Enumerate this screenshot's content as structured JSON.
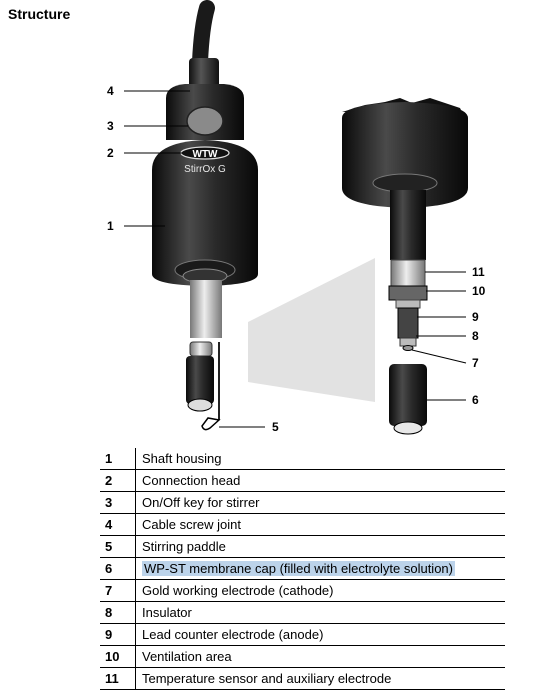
{
  "section_title": "Structure",
  "sensor_labels": {
    "brand": "WTW",
    "model": "StirrOx G"
  },
  "callouts": [
    "1",
    "2",
    "3",
    "4",
    "5",
    "6",
    "7",
    "8",
    "9",
    "10",
    "11"
  ],
  "parts": [
    {
      "number": "1",
      "description": "Shaft housing"
    },
    {
      "number": "2",
      "description": "Connection head"
    },
    {
      "number": "3",
      "description": "On/Off key for stirrer"
    },
    {
      "number": "4",
      "description": "Cable screw joint"
    },
    {
      "number": "5",
      "description": "Stirring paddle"
    },
    {
      "number": "6",
      "description": "WP-ST membrane cap (filled with electrolyte solution)"
    },
    {
      "number": "7",
      "description": "Gold working electrode (cathode)"
    },
    {
      "number": "8",
      "description": "Insulator"
    },
    {
      "number": "9",
      "description": "Lead counter electrode (anode)"
    },
    {
      "number": "10",
      "description": "Ventilation area"
    },
    {
      "number": "11",
      "description": "Temperature sensor and auxiliary electrode"
    }
  ],
  "highlight_color": "#bcd3ea"
}
